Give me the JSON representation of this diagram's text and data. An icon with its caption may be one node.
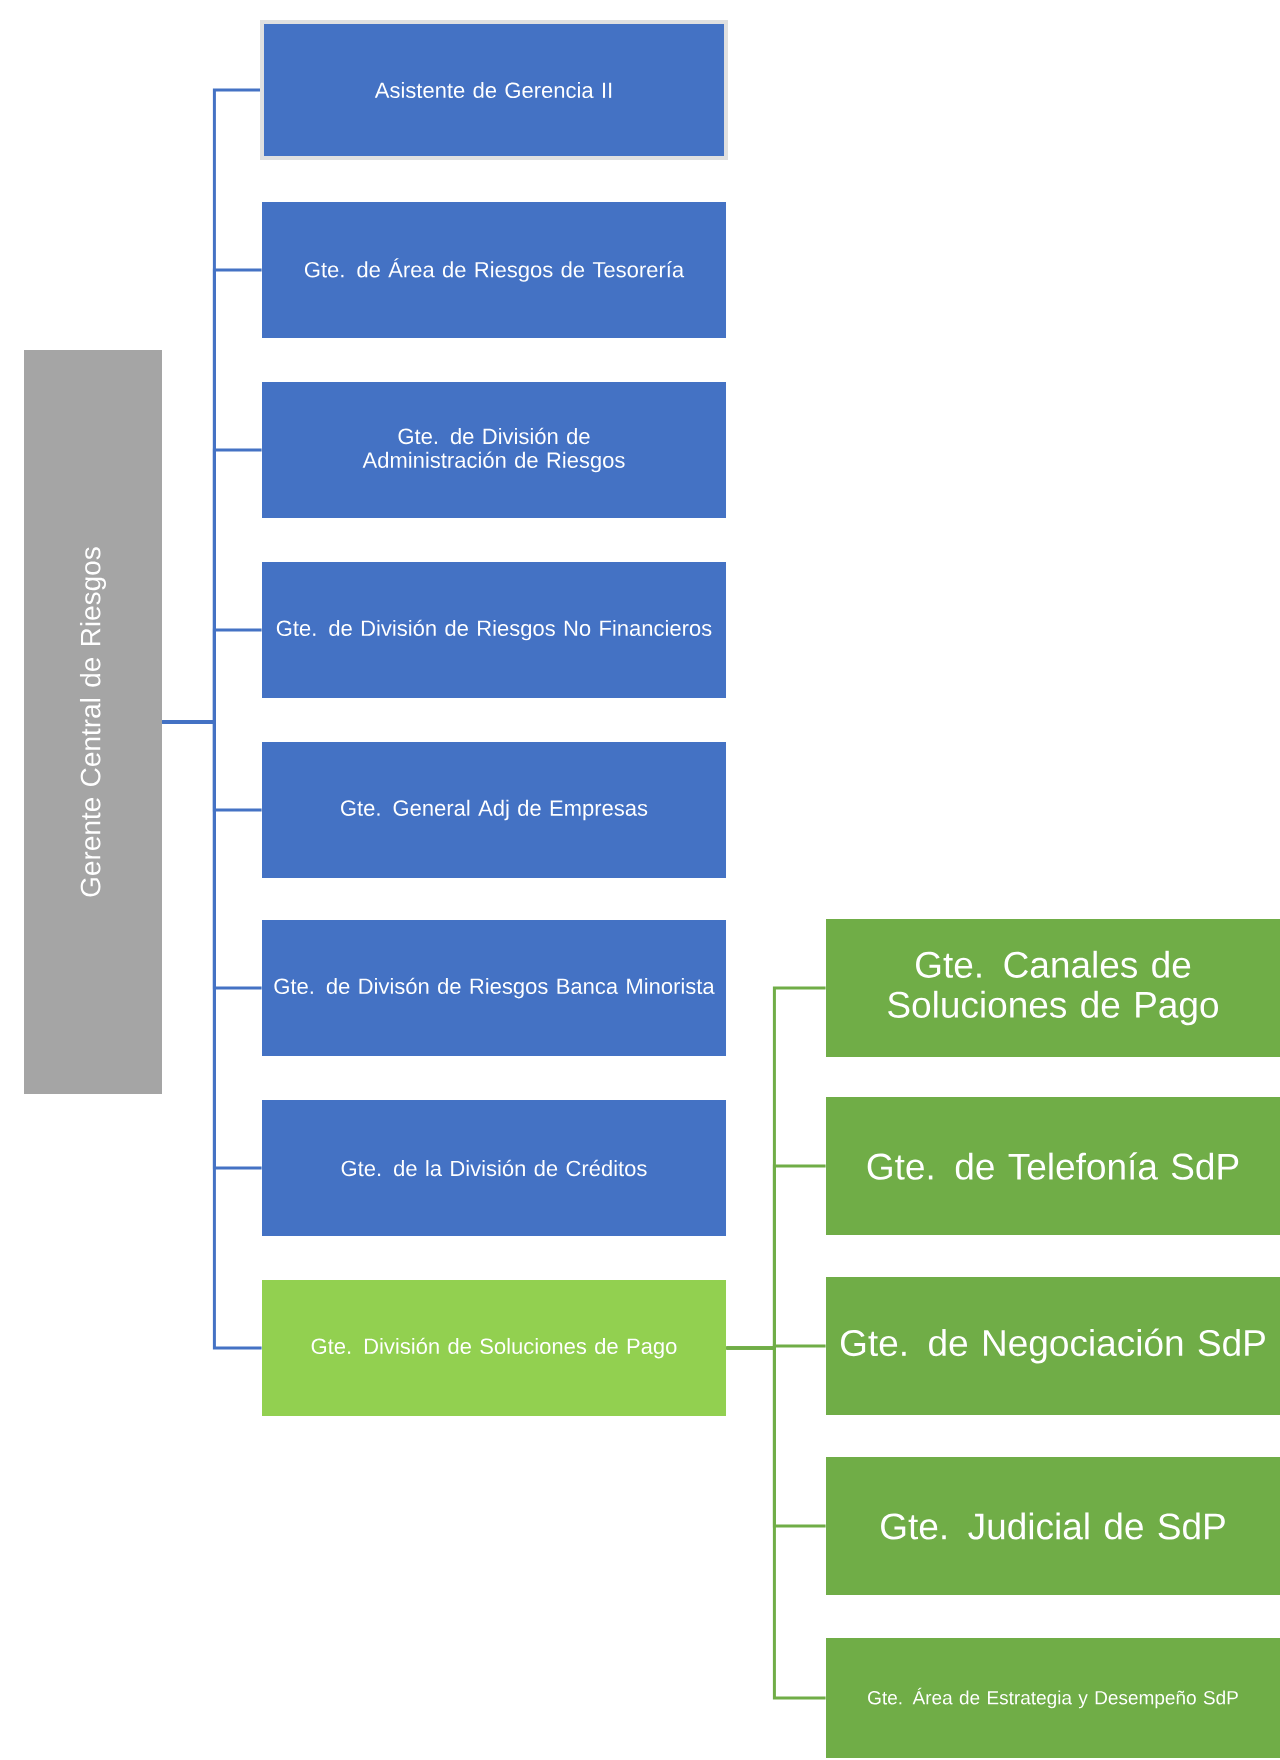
{
  "diagram": {
    "nodes": [
      {
        "text": [
          "Gerente Central de Riesgos"
        ]
      },
      {
        "text": [
          "Asistente de Gerencia II"
        ]
      },
      {
        "text": [
          "Gte. de Área de Riesgos de Tesorería"
        ]
      },
      {
        "text": [
          "Gte. de División de Administración de Riesgos"
        ]
      },
      {
        "text": [
          "Gte. de División de Riesgos No Financieros"
        ]
      },
      {
        "text": [
          "Gte. General Adj de Empresas"
        ]
      },
      {
        "text": [
          "Gte. de Divisón de Riesgos Banca Minorista"
        ]
      },
      {
        "text": [
          "Gte. de la División de Créditos"
        ]
      },
      {
        "text": [
          "Gte. División de Soluciones de Pago"
        ]
      },
      {
        "text": [
          "Gte. Canales de Soluciones de Pago"
        ]
      },
      {
        "text": [
          "Gte. de Telefonía SdP"
        ]
      },
      {
        "text": [
          "Gte. de Negociación SdP"
        ]
      },
      {
        "text": [
          "Gte. Judicial de SdP"
        ]
      },
      {
        "text": [
          "Gte. Área de Estrategia y Desempeño SdP"
        ]
      }
    ],
    "edges": [
      {
        "from": 0,
        "to": 1,
        "arrow": "none"
      },
      {
        "from": 0,
        "to": 2,
        "arrow": "none"
      },
      {
        "from": 0,
        "to": 3,
        "arrow": "none"
      },
      {
        "from": 0,
        "to": 4,
        "arrow": "none"
      },
      {
        "from": 0,
        "to": 5,
        "arrow": "none"
      },
      {
        "from": 0,
        "to": 6,
        "arrow": "none"
      },
      {
        "from": 0,
        "to": 7,
        "arrow": "none"
      },
      {
        "from": 0,
        "to": 8,
        "arrow": "none"
      },
      {
        "from": 8,
        "to": 9,
        "arrow": "none",
        "color": "#70ad47"
      },
      {
        "from": 8,
        "to": 10,
        "arrow": "none",
        "color": "#70ad47"
      },
      {
        "from": 8,
        "to": 11,
        "arrow": "none",
        "color": "#70ad47"
      },
      {
        "from": 8,
        "to": 12,
        "arrow": "none",
        "color": "#70ad47"
      },
      {
        "from": 8,
        "to": 13,
        "arrow": "none",
        "color": "#70ad47"
      }
    ]
  }
}
